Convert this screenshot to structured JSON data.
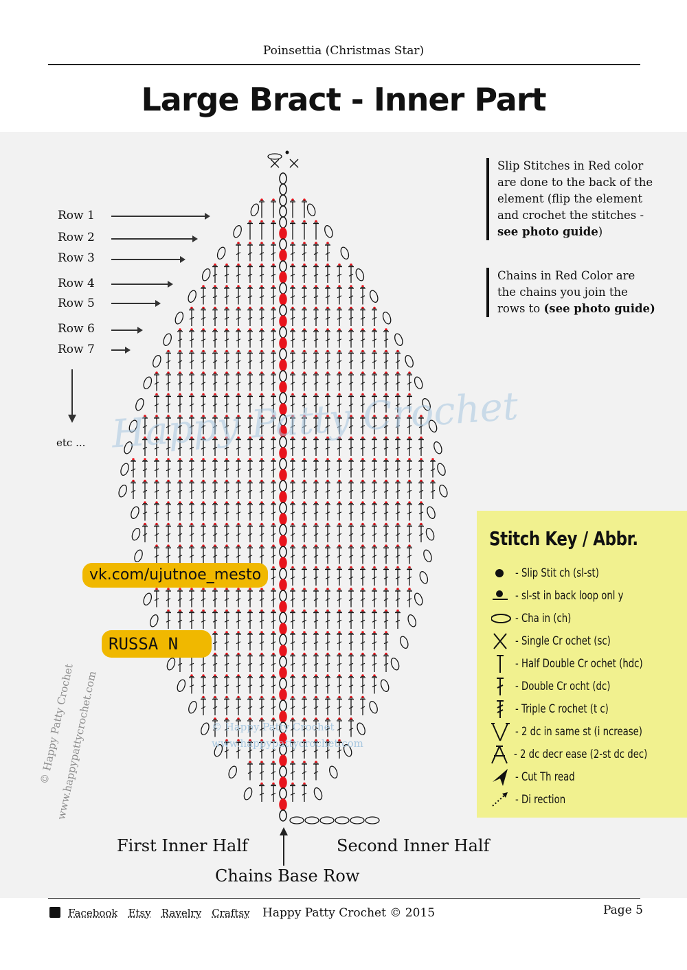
{
  "header": {
    "title": "Poinsettia (Christmas Star)"
  },
  "page_heading": "Large Bract - Inner Part",
  "row_labels": [
    "Row 1",
    "Row 2",
    "Row 3",
    "Row 4",
    "Row 5",
    "Row 6",
    "Row 7"
  ],
  "etc_label": "etc ...",
  "notes": {
    "slip": {
      "text": "Slip Stitches in Red color are done to the back of the element (flip the element and crochet the stitches - ",
      "bold": "see photo guide",
      "tail": ")"
    },
    "chains": {
      "text": "Chains in Red Color are the chains you join the rows to ",
      "bold": "(see photo guide)"
    }
  },
  "stitch_key": {
    "title": "Stitch Key / Abbr.",
    "items": [
      {
        "icon": "filled-dot-icon",
        "label": "- Slip Stit ch (sl-st)"
      },
      {
        "icon": "slip-back-loop-icon",
        "label": "- sl-st  in back loop onl y"
      },
      {
        "icon": "oval-chain-icon",
        "label": "- Cha in (ch)"
      },
      {
        "icon": "x-cross-icon",
        "label": "- Single Cr ochet (sc)"
      },
      {
        "icon": "t-stitch-icon",
        "label": "- Half Double Cr  ochet (hdc)"
      },
      {
        "icon": "dc-stitch-icon",
        "label": "- Double Cr ocht (dc)"
      },
      {
        "icon": "tr-stitch-icon",
        "label": "- Triple C rochet (t c)"
      },
      {
        "icon": "v-increase-icon",
        "label": "- 2 dc  in same st (i ncrease)"
      },
      {
        "icon": "a-decrease-icon",
        "label": "- 2 dc decr ease (2-st dc dec)"
      },
      {
        "icon": "cut-thread-arrow-icon",
        "label": "- Cut Th read"
      },
      {
        "icon": "direction-dotted-arrow-icon",
        "label": "- Di rection"
      }
    ]
  },
  "captions": {
    "first_half": "First Inner Half",
    "second_half": "Second Inner Half",
    "base_row": "Chains Base Row"
  },
  "watermarks": {
    "main": "Happy Patty Crochet",
    "center_1": "© Happy Patty Crochet",
    "center_2": "www.happypattycrochet.com",
    "side_1": "© Happy Patty Crochet",
    "side_2": "www.happypattycrochet.com"
  },
  "stickers": {
    "vk": "vk.com/ujutnoe_mesto",
    "russa": "RUSSA  N"
  },
  "footer": {
    "links": [
      "Facebook",
      "Etsy",
      "Ravelry",
      "Craftsy"
    ],
    "copyright": "Happy Patty Crochet © 2015",
    "page": "Page 5"
  },
  "colors": {
    "accent_red": "#e8141c",
    "key_bg": "#f1f18f",
    "sticker": "#f0b800",
    "panel_bg": "#f2f2f2"
  }
}
